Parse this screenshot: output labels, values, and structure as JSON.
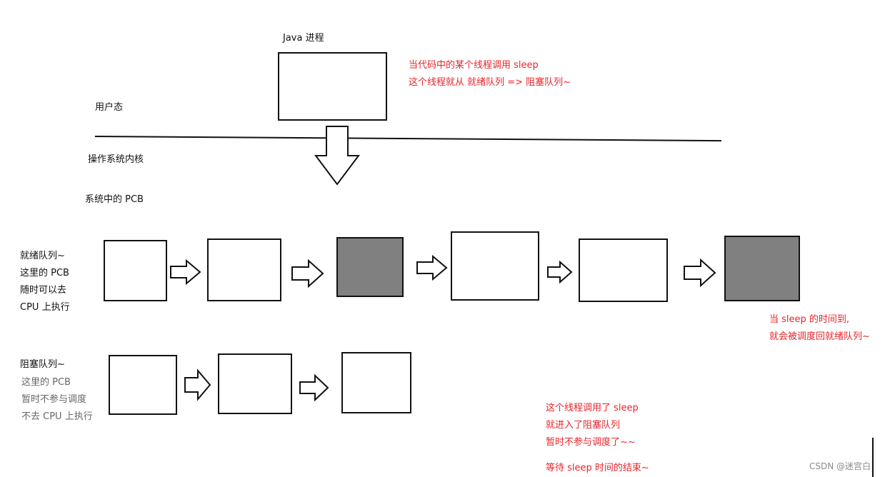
{
  "java_process": {
    "label": "Java 进程"
  },
  "top_note": {
    "line1": "当代码中的某个线程调用 sleep",
    "line2": "这个线程就从 就绪队列 => 阻塞队列~"
  },
  "user_mode_label": "用户态",
  "kernel_label": "操作系统内核",
  "pcb_label": "系统中的 PCB",
  "ready_queue": {
    "lines": [
      "就绪队列~",
      "这里的 PCB",
      "随时可以去",
      "CPU 上执行"
    ],
    "boxes": [
      {
        "filled": false
      },
      {
        "filled": false
      },
      {
        "filled": true
      },
      {
        "filled": false
      },
      {
        "filled": false
      },
      {
        "filled": true
      }
    ]
  },
  "blocked_queue": {
    "title": "阻塞队列~",
    "lines": [
      "这里的 PCB",
      "暂时不参与调度",
      "不去 CPU 上执行"
    ],
    "boxes": [
      {
        "filled": false
      },
      {
        "filled": false
      },
      {
        "filled": false
      }
    ]
  },
  "right_note": {
    "line1": "当 sleep 的时间到,",
    "line2": "就会被调度回就绪队列~"
  },
  "bottom_note": {
    "line1": "这个线程调用了 sleep",
    "line2": "就进入了阻塞队列",
    "line3": "暂时不参与调度了~~",
    "line4": "等待 sleep 时间的结束~"
  },
  "watermark": "CSDN @迷宫白",
  "colors": {
    "annotation": "#e8242a",
    "filled_box": "#808080",
    "muted_text": "#666666"
  }
}
